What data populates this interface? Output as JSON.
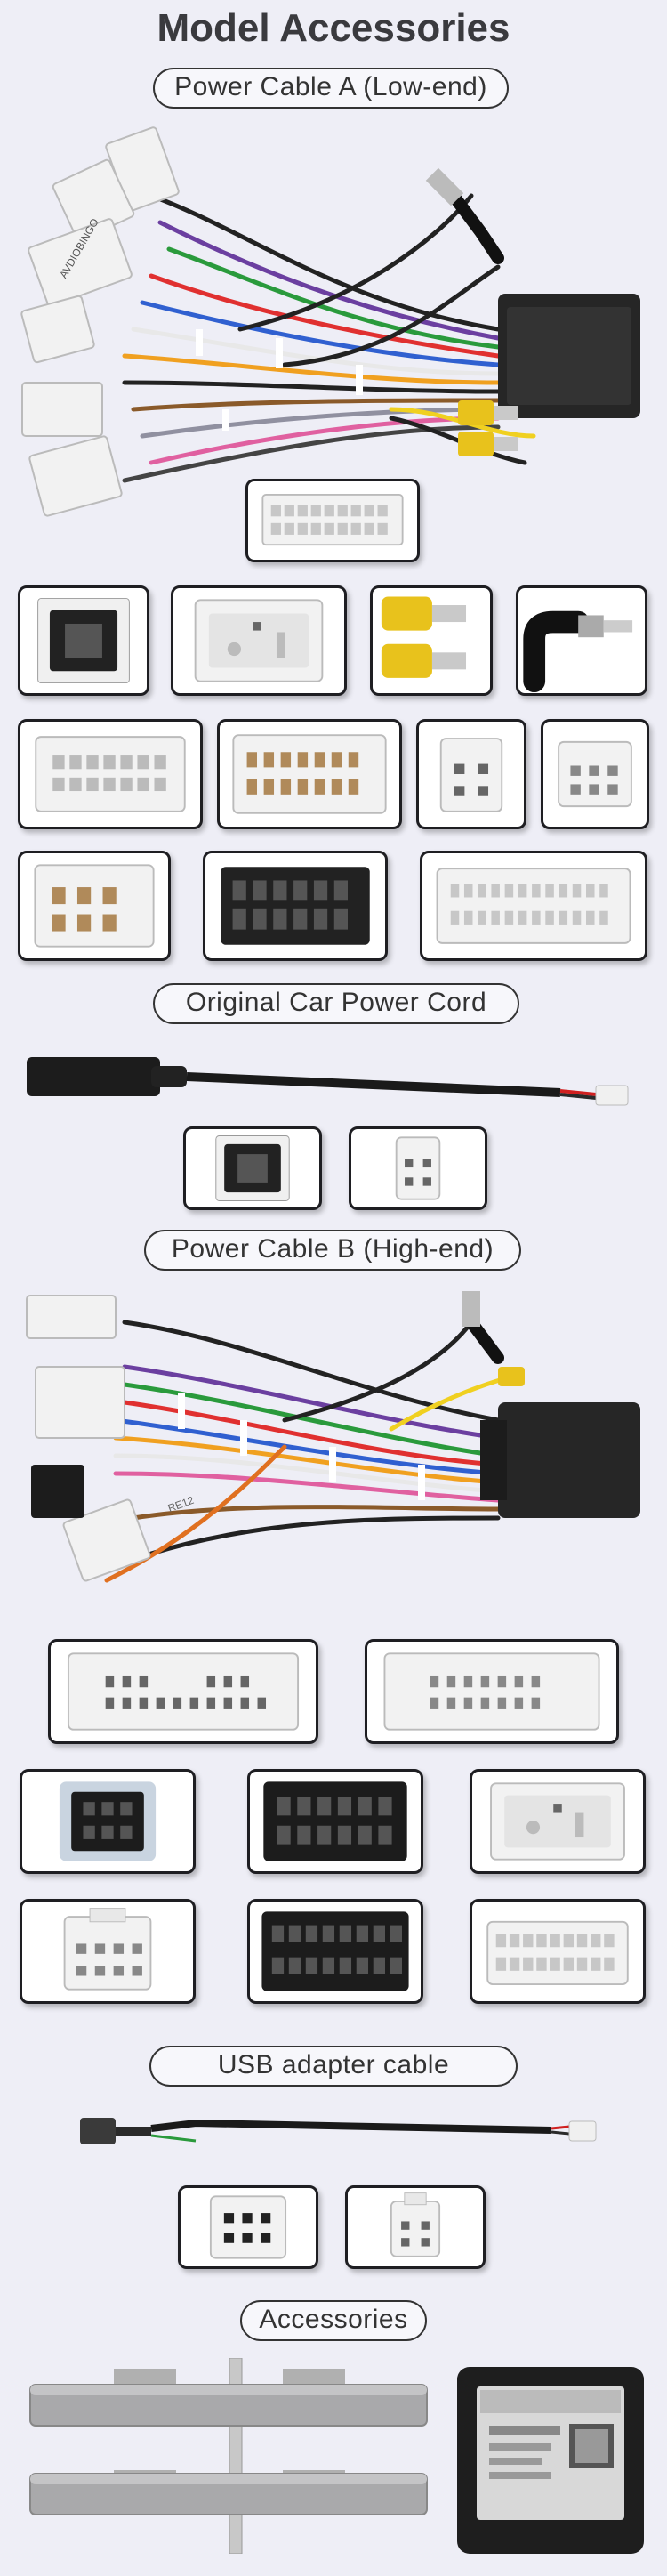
{
  "page": {
    "title": "Model Accessories",
    "sections": {
      "power_cable_a": "Power Cable A (Low-end)",
      "original_cord": "Original Car Power Cord",
      "power_cable_b": "Power Cable B (High-end)",
      "usb_adapter": "USB adapter cable",
      "accessories": "Accessories"
    }
  },
  "colors": {
    "background": "#eeeef6",
    "frame_border": "#1e1e22",
    "connector_white": "#f2f2f2",
    "connector_black": "#222222",
    "rca_yellow": "#e8c21c"
  },
  "icons": [
    "wiring-harness-icon",
    "connector-icon",
    "rca-plug-icon",
    "antenna-plug-icon",
    "usb-cable-icon",
    "mounting-bracket-icon",
    "protocol-box-icon"
  ]
}
